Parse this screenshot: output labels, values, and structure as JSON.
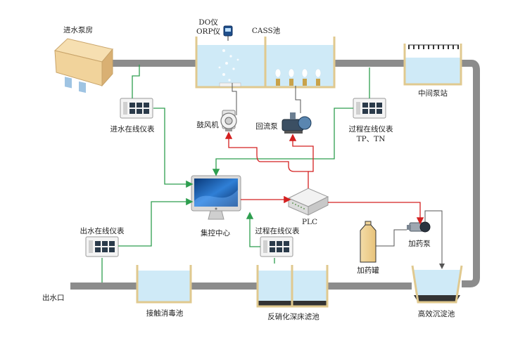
{
  "labels": {
    "pump_house": "进水泵房",
    "do_meter": "DO仪",
    "orp_meter": "ORP仪",
    "cass_tank": "CASS池",
    "intermediate_pump": "中间泵站",
    "blower": "鼓风机",
    "return_pump": "回流泵",
    "inlet_meter": "进水在线仪表",
    "process_meter_top_line1": "过程在线仪表",
    "process_meter_top_line2": "TP、TN",
    "control_center": "集控中心",
    "plc": "PLC",
    "outlet_meter": "出水在线仪表",
    "process_meter_mid": "过程在线仪表",
    "dosing_pump": "加药泵",
    "dosing_tank": "加药罐",
    "outlet": "出水口",
    "disinfection_tank": "接触消毒池",
    "denitrification_filter": "反硝化深床滤池",
    "sedimentation_tank": "高效沉淀池"
  },
  "colors": {
    "pipe": "#8c8c8c",
    "signal_green": "#2e9e4f",
    "control_red": "#d42020",
    "water": "#cfeaf7",
    "sludge": "#333333"
  }
}
